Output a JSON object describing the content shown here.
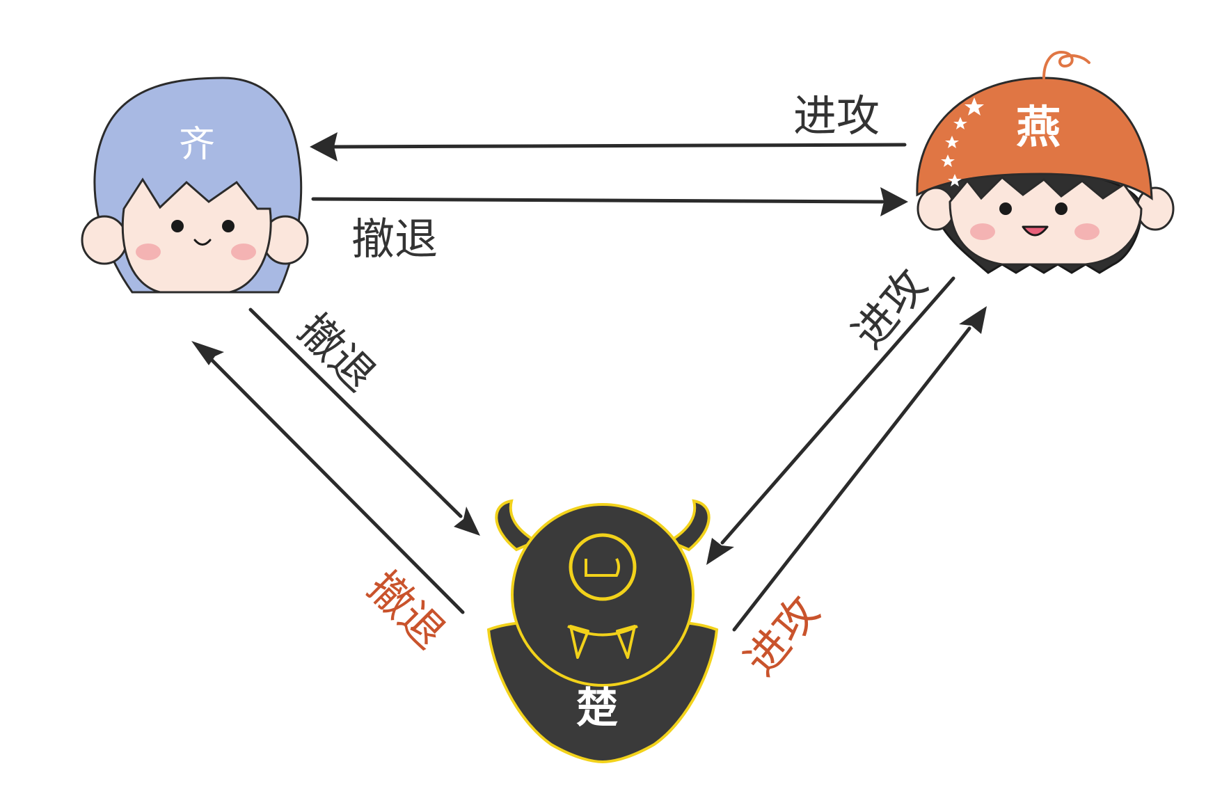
{
  "characters": {
    "qi": {
      "name": "齐",
      "hair_color": "#a8b9e3"
    },
    "yan": {
      "name": "燕",
      "hat_color": "#e07644"
    },
    "chu": {
      "name": "楚",
      "body_color": "#3a3a3a",
      "outline_color": "#f2d21b"
    }
  },
  "edges": {
    "yan_to_qi": {
      "label": "进攻"
    },
    "qi_to_yan": {
      "label": "撤退"
    },
    "qi_to_chu": {
      "label": "撤退"
    },
    "chu_to_qi": {
      "label": "撤退",
      "color": "#c9532c"
    },
    "yan_to_chu": {
      "label": "进攻"
    },
    "chu_to_yan": {
      "label": "进攻",
      "color": "#c9532c"
    }
  }
}
